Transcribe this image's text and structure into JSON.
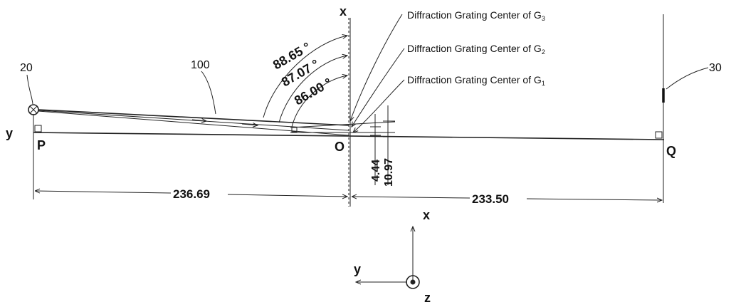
{
  "labels": {
    "ref_source": "20",
    "ref_beam": "100",
    "ref_detector": "30",
    "point_p": "P",
    "point_o": "O",
    "point_q": "Q",
    "axis_y_left": "y",
    "axis_x_top": "x",
    "angle_1": "88.65 °",
    "angle_2": "87.07 °",
    "angle_3": "86.00 °",
    "callout_g3": "Diffraction Grating Center of G",
    "callout_g3_sub": "3",
    "callout_g2": "Diffraction Grating Center of G",
    "callout_g2_sub": "2",
    "callout_g1": "Diffraction Grating Center of G",
    "callout_g1_sub": "1",
    "dim_height_1": "4.44",
    "dim_height_2": "10.97",
    "dim_left": "236.69",
    "dim_right": "233.50",
    "triad_x": "x",
    "triad_y": "y",
    "triad_z": "z"
  }
}
